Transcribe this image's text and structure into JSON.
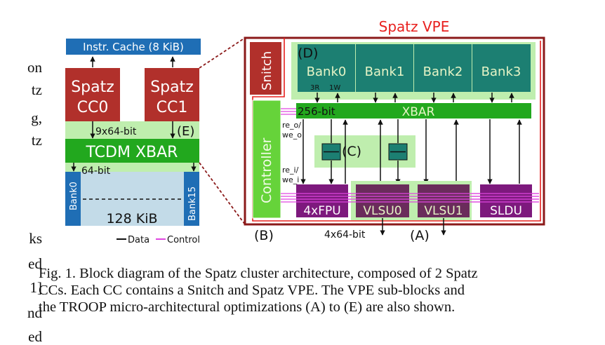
{
  "side_fragments": [
    "on",
    "tz",
    "g,",
    "tz",
    "ks",
    "ed",
    "1]",
    "nd",
    "ed"
  ],
  "diagram": {
    "vpe_title": "Spatz VPE",
    "icache": "Instr. Cache (8 KiB)",
    "cc0": [
      "Spatz",
      "CC0"
    ],
    "cc1": [
      "Spatz",
      "CC1"
    ],
    "bus_9x64": "9x64-bit",
    "tag_e": "(E)",
    "tcdm_xbar": "TCDM XBAR",
    "bus_64": "64-bit",
    "bank0": "Bank0",
    "bank15": "Bank15",
    "mem_size": "128 KiB",
    "legend_data": "Data",
    "legend_control": "Control",
    "snitch": "Snitch",
    "tag_d": "(D)",
    "vrf_banks": [
      "Bank0",
      "Bank1",
      "Bank2",
      "Bank3"
    ],
    "port_3r": "3R",
    "port_1w": "1W",
    "bus_256": "256-bit",
    "xbar": "XBAR",
    "controller": "Controller",
    "sig_reo": "re_o/",
    "sig_weo": "we_o",
    "sig_rei": "re_i/",
    "sig_wei": "we_i",
    "tag_c": "(C)",
    "fpu": "4xFPU",
    "vlsu0": "VLSU0",
    "vlsu1": "VLSU1",
    "sldu": "SLDU",
    "tag_b": "(B)",
    "tag_a": "(A)",
    "bus_4x64": "4x64-bit"
  },
  "caption": [
    "Fig. 1.  Block diagram of the Spatz cluster architecture, composed of 2 Spatz",
    "CCs. Each CC contains a Snitch and Spatz VPE. The VPE sub-blocks and",
    "the TROOP micro-architectural optimizations (A) to (E) are also shown."
  ],
  "colors": {
    "dark_red": "#8b1a1a",
    "title_red": "#e8201e",
    "teal_bank": "#1c7f72",
    "bright_green": "#22a81e",
    "lime": "#66d33a",
    "pale_green": "#bfeeae",
    "blue": "#1f6eb5",
    "light_blue": "#c3dbe8",
    "purple": "#7d197d",
    "dark_purple": "#6a2c5b",
    "magenta": "#e046e0"
  }
}
